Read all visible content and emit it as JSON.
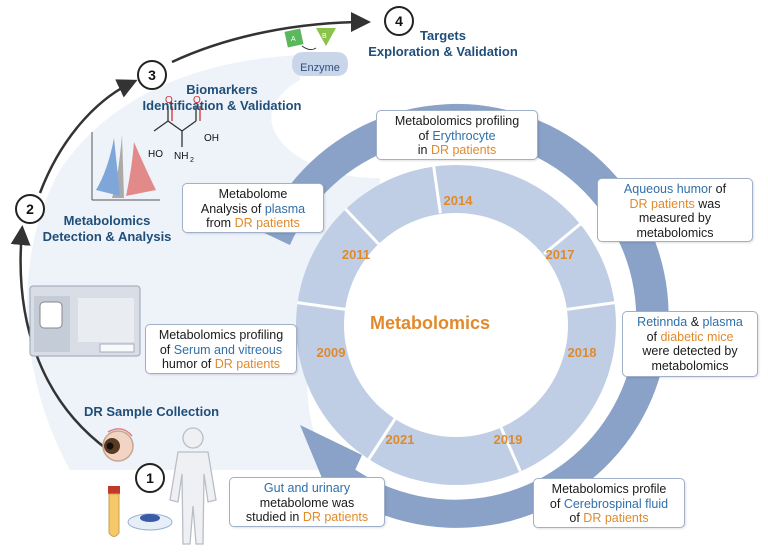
{
  "stages": {
    "s1": {
      "num": "1",
      "label": "DR Sample Collection"
    },
    "s2": {
      "num": "2",
      "label_line1": "Metabolomics",
      "label_line2": "Detection & Analysis"
    },
    "s3": {
      "num": "3",
      "label_line1": "Biomarkers",
      "label_line2": "Identification & Validation"
    },
    "s4": {
      "num": "4",
      "label_line1": "Targets",
      "label_line2": "Exploration & Validation"
    }
  },
  "enzyme": {
    "label": "Enzyme",
    "piece_a": "A",
    "piece_b": "B"
  },
  "molecule": {
    "ho": "HO",
    "oh": "OH",
    "nh2": "NH",
    "nh2_sub": "2",
    "o1": "O",
    "o2": "O"
  },
  "center": "Metabolomics",
  "years": [
    "2014",
    "2017",
    "2018",
    "2019",
    "2021",
    "2009",
    "2011"
  ],
  "boxes": {
    "y2014": {
      "l1": "Metabolomics profiling",
      "l2a": "of ",
      "l2b": "Erythrocyte",
      "l3a": "in ",
      "l3b": "DR patients"
    },
    "y2017": {
      "l1a": "Aqueous humor",
      "l1b": " of",
      "l2a": "DR patients",
      "l2b": " was",
      "l3": "measured by",
      "l4": "metabolomics"
    },
    "y2018": {
      "l1a": "Retinnda",
      "l1b": " & ",
      "l1c": "plasma",
      "l2a": "of ",
      "l2b": "diabetic mice",
      "l3": "were detected by",
      "l4": "metabolomics"
    },
    "y2019": {
      "l1": "Metabolomics profile",
      "l2a": "of ",
      "l2b": "Cerebrospinal fluid",
      "l3a": "of  ",
      "l3b": "DR patients"
    },
    "y2021": {
      "l1": "Gut and urinary",
      "l2": "metabolome was",
      "l3a": "studied in ",
      "l3b": "DR patients"
    },
    "y2009": {
      "l1": "Metabolomics profiling",
      "l2a": "of ",
      "l2b": "Serum and vitreous",
      "l3a": "humor of ",
      "l3b": "DR patients"
    },
    "y2011": {
      "l1": "Metabolome",
      "l2a": "Analysis of  ",
      "l2b": "plasma",
      "l3a": "from ",
      "l3b": "DR patients"
    }
  },
  "colors": {
    "accent_blue": "#2f6fa8",
    "accent_orange": "#e08a2c",
    "title_blue": "#1f4e79",
    "ring_dark": "#8aa2c8",
    "ring_light": "#bfcee4"
  }
}
